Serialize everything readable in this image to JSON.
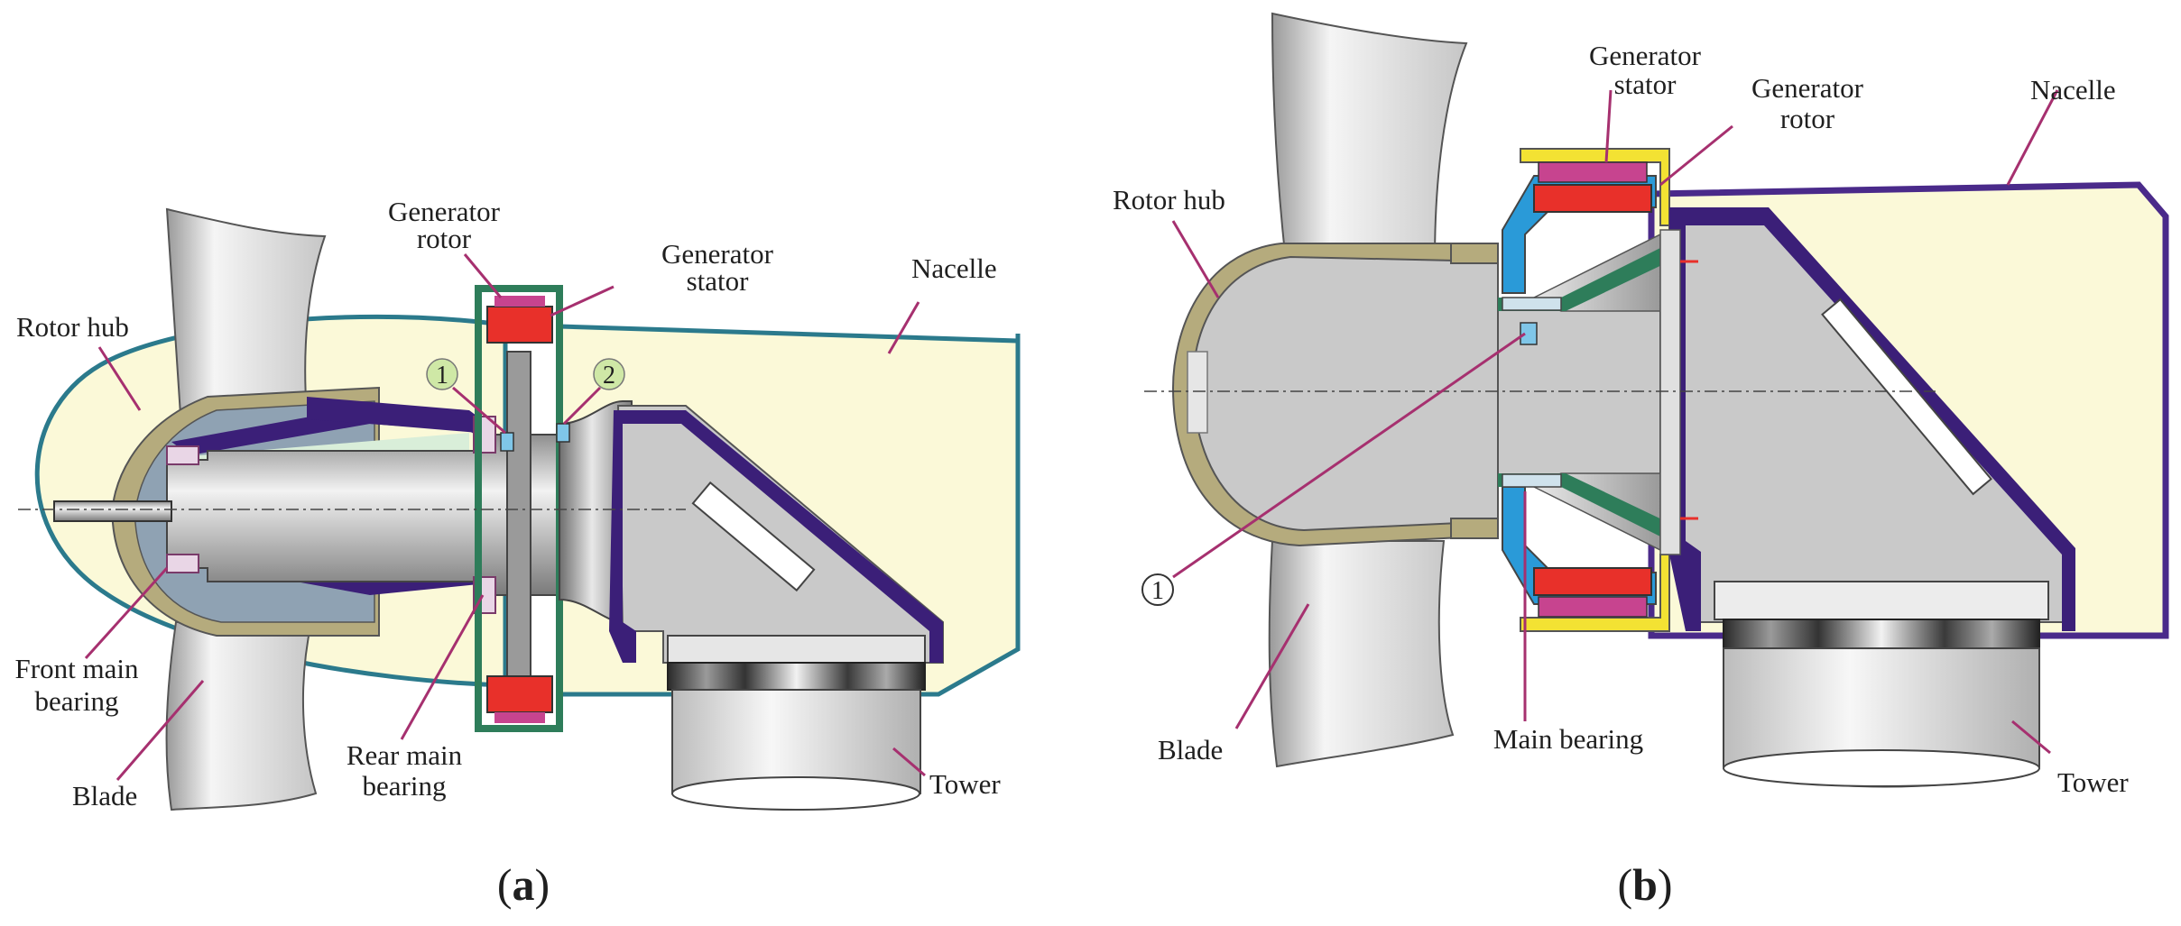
{
  "panel_a": {
    "caption": {
      "open": "(",
      "letter": "a",
      "close": ")"
    },
    "labels": {
      "rotor_hub": "Rotor hub",
      "generator_rotor_1": "Generator",
      "generator_rotor_2": "rotor",
      "generator_stator_1": "Generator",
      "generator_stator_2": "stator",
      "nacelle": "Nacelle",
      "front_main_bearing_1": "Front main",
      "front_main_bearing_2": "bearing",
      "blade": "Blade",
      "rear_main_bearing_1": "Rear main",
      "rear_main_bearing_2": "bearing",
      "tower": "Tower",
      "marker_1": "1",
      "marker_2": "2"
    }
  },
  "panel_b": {
    "caption": {
      "open": "(",
      "letter": "b",
      "close": ")"
    },
    "labels": {
      "generator_stator_1": "Generator",
      "generator_stator_2": "stator",
      "generator_rotor_1": "Generator",
      "generator_rotor_2": "rotor",
      "nacelle": "Nacelle",
      "rotor_hub": "Rotor hub",
      "marker_1": "1",
      "blade": "Blade",
      "main_bearing": "Main bearing",
      "tower": "Tower"
    }
  },
  "colors": {
    "nacelle_fill": "#fbf9d8",
    "nacelle_outline_a": "#2b7a8c",
    "nacelle_outline_b": "#4a2a8a",
    "frame_purple": "#3b1f78",
    "hub_khaki": "#b5ab7d",
    "hub_blue_grey": "#8fa2b3",
    "generator_red": "#e8302a",
    "generator_magenta": "#c7448f",
    "generator_green": "#2e7d5a",
    "stator_yellow": "#f3e233",
    "blue_housing": "#2a9ad8",
    "marker_green": "#cfe8a6",
    "leader_line": "#a6306f"
  }
}
